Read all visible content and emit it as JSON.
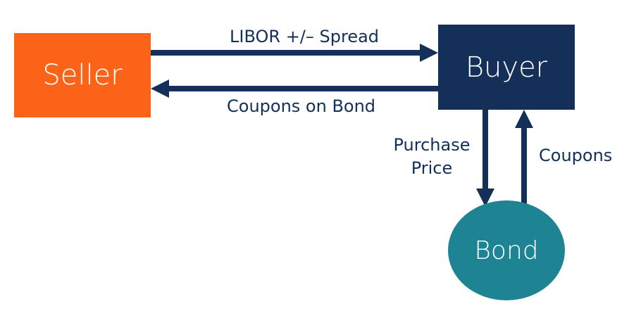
{
  "nodes": {
    "seller": {
      "label": "Seller",
      "color": "#fb6418"
    },
    "buyer": {
      "label": "Buyer",
      "color": "#143058"
    },
    "bond": {
      "label": "Bond",
      "color": "#1e8494"
    }
  },
  "flows": {
    "seller_to_buyer": "LIBOR +/– Spread",
    "buyer_to_seller": "Coupons on Bond",
    "buyer_to_bond": "Purchase Price",
    "bond_to_buyer": "Coupons"
  },
  "colors": {
    "arrow": "#143058",
    "text": "#143058"
  }
}
